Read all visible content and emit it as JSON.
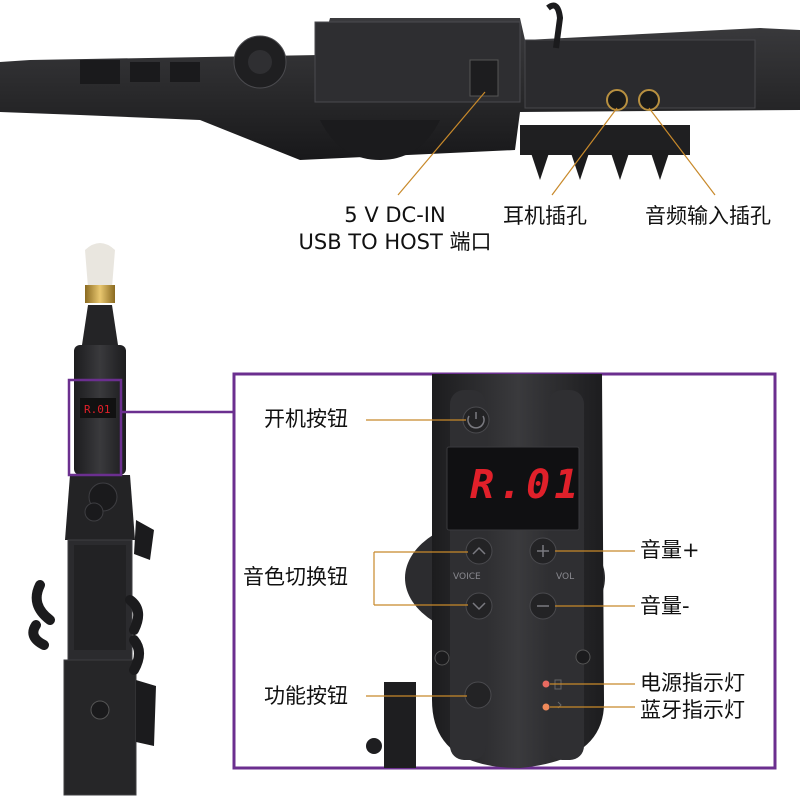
{
  "top_labels": {
    "dc_in_line1": "5 V DC-IN",
    "dc_in_line2": "USB TO HOST 端口",
    "headphone": "耳机插孔",
    "audio_in": "音频输入插孔"
  },
  "panel_labels": {
    "power_button": "开机按钮",
    "voice_switch": "音色切换钮",
    "function_button": "功能按钮",
    "volume_up": "音量+",
    "volume_down": "音量-",
    "power_indicator": "电源指示灯",
    "bluetooth_indicator": "蓝牙指示灯"
  },
  "device": {
    "display_text": "R.01",
    "voice_text": "VOICE",
    "vol_text": "VOL"
  },
  "colors": {
    "frame": "#6b2f8f",
    "leader": "#c8892a",
    "display": "#e0202a",
    "body": "#2a2a2c"
  }
}
